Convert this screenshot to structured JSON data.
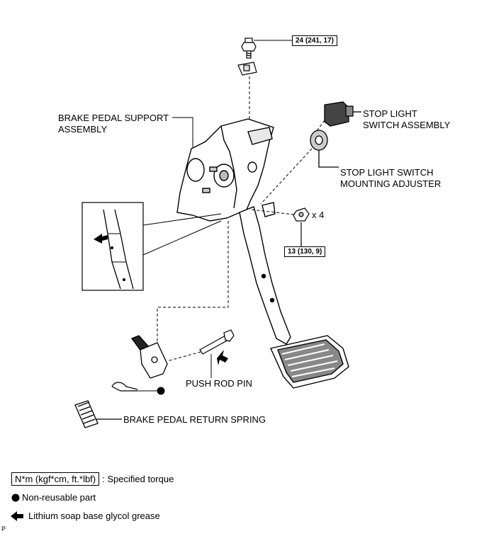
{
  "labels": {
    "brake_pedal_support_1": "BRAKE PEDAL SUPPORT",
    "brake_pedal_support_2": "ASSEMBLY",
    "stop_light_switch_1": "STOP LIGHT",
    "stop_light_switch_2": "SWITCH ASSEMBLY",
    "adjuster_1": "STOP LIGHT SWITCH",
    "adjuster_2": "MOUNTING ADJUSTER",
    "nut_count": "x 4",
    "push_rod_pin": "PUSH ROD PIN",
    "return_spring": "BRAKE PEDAL RETURN SPRING"
  },
  "torques": {
    "bolt_top": "24 (241, 17)",
    "nuts": "13 (130, 9)"
  },
  "legend": {
    "torque_box": "N*m (kgf*cm, ft.*lbf)",
    "torque_text": ": Specified torque",
    "nonreusable_text": "Non-reusable part",
    "grease_text": "Lithium soap base glycol grease"
  },
  "page_mark": "P"
}
